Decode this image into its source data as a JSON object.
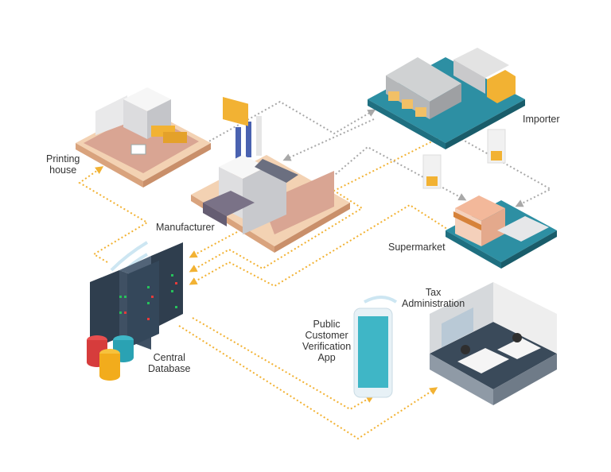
{
  "nodes": {
    "printing_house": "Printing house",
    "manufacturer": "Manufacturer",
    "importer": "Importer",
    "supermarket": "Supermarket",
    "central_database": "Central Database",
    "app": "Public Customer Verification App",
    "tax": "Tax Administration"
  },
  "labels": {
    "printing_1": "Printing",
    "printing_2": "house",
    "central_1": "Central",
    "central_2": "Database",
    "app_1": "Public",
    "app_2": "Customer",
    "app_3": "Verification",
    "app_4": "App",
    "tax_1": "Tax",
    "tax_2": "Administration"
  },
  "colors": {
    "data_flow": "#f2b233",
    "goods_flow": "#a8a8a8",
    "platform_teal": "#2d8fa3",
    "ground_tan": "#e9b496"
  }
}
